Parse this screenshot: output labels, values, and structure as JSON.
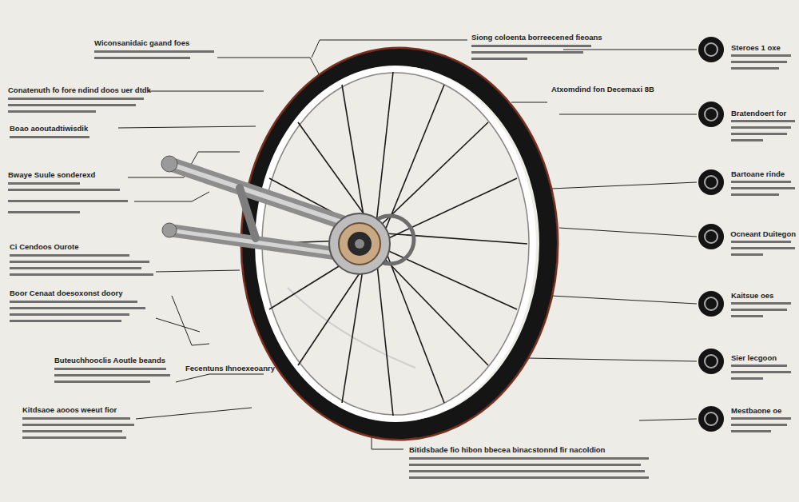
{
  "diagram": {
    "labels": [
      "Wiconsanidaic gaand foes",
      "Conatenuth fo fore ndind doos uer dtdk",
      "Boao aooutadtiwisdik",
      "Bwaye Suule sonderexd",
      "Ci Cendoos Ourote",
      "Boor Cenaat doesoxonst doory",
      "Buteuchhooclis Aoutle beands",
      "Kitdsaoe aooos weeut fior",
      "Siong coloenta borreecened fieoans",
      "Atxomdind fon Decemaxi 8B",
      "Fecentuns Ihnoexeoanry",
      "Bitidsbade fio hibon bbecea binacstonnd fir nacoldion",
      "Steroes 1 oxe",
      "Bratendoert for",
      "Bartoane rinde",
      "Ocneant Duitegon",
      "Kaitsue oes",
      "Sier lecgoon",
      "Mestbaone oe"
    ]
  }
}
